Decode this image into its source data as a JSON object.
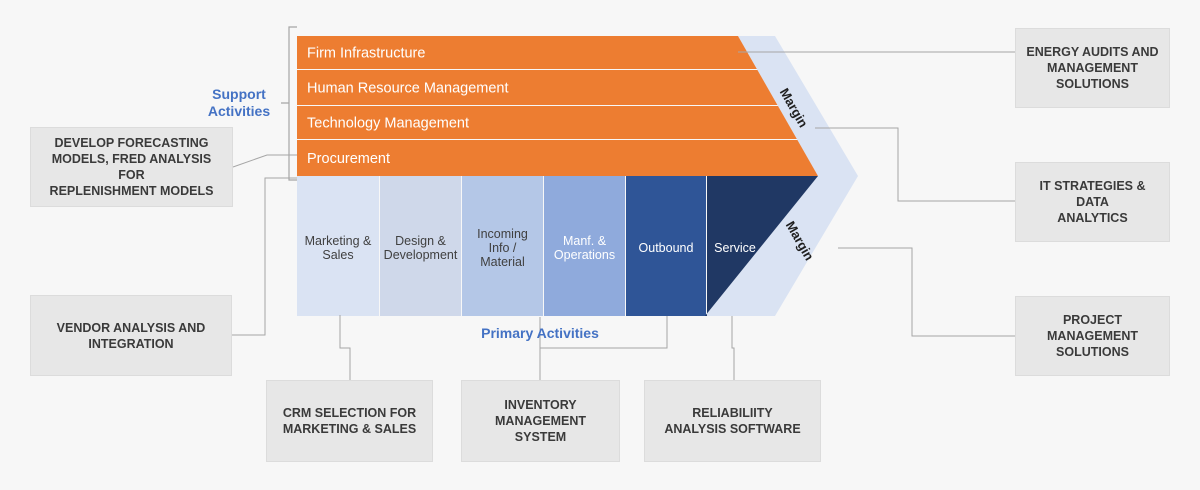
{
  "support": {
    "label": "Support\nActivities",
    "rows": [
      {
        "label": "Firm Infrastructure"
      },
      {
        "label": "Human Resource Management"
      },
      {
        "label": "Technology Management"
      },
      {
        "label": "Procurement"
      }
    ]
  },
  "primary": {
    "label": "Primary Activities",
    "columns": [
      {
        "label": "Marketing &\nSales",
        "fill": "#dae3f3",
        "text_color": "#404040"
      },
      {
        "label": "Design &\nDevelopment",
        "fill": "#cfd8ea",
        "text_color": "#404040"
      },
      {
        "label": "Incoming\nInfo /\nMaterial",
        "fill": "#b4c7e7",
        "text_color": "#404040"
      },
      {
        "label": "Manf. &\nOperations",
        "fill": "#8faadc",
        "text_color": "#ffffff"
      },
      {
        "label": "Outbound",
        "fill": "#2f5597",
        "text_color": "#ffffff"
      },
      {
        "label": "Service",
        "fill": "#203864",
        "text_color": "#ffffff"
      }
    ]
  },
  "margin": {
    "top_label": "Margin",
    "bottom_label": "Margin"
  },
  "callouts": {
    "energy": "ENERGY AUDITS AND\nMANAGEMENT\nSOLUTIONS",
    "it": "IT STRATEGIES & DATA\nANALYTICS",
    "project": "PROJECT\nMANAGEMENT\nSOLUTIONS",
    "forecast": "DEVELOP FORECASTING\nMODELS, FRED ANALYSIS FOR\nREPLENISHMENT MODELS",
    "vendor": "VENDOR ANALYSIS AND\nINTEGRATION",
    "crm": "CRM SELECTION FOR\nMARKETING & SALES",
    "inventory": "INVENTORY\nMANAGEMENT\nSYSTEM",
    "reliability": "RELIABILIITY\nANALYSIS SOFTWARE"
  },
  "colors": {
    "support_fill": "#ed7d31",
    "margin_fill": "#dae3f3",
    "accent_blue": "#4472c4",
    "connector": "#a6a6a6",
    "callout_fill": "#e7e7e7"
  }
}
